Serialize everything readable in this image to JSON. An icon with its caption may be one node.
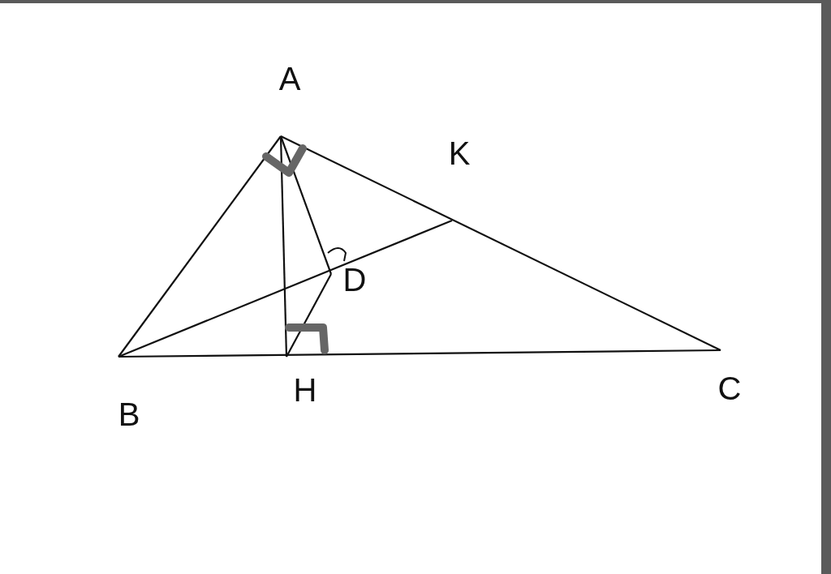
{
  "diagram": {
    "nodes": [
      {
        "text": [
          "A"
        ]
      },
      {
        "text": [
          "K"
        ]
      },
      {
        "text": [
          "D"
        ]
      },
      {
        "text": [
          "B"
        ]
      },
      {
        "text": [
          "H"
        ]
      },
      {
        "text": [
          "C"
        ]
      }
    ],
    "edges": [
      {
        "from": 0,
        "to": 3,
        "arrow": "none"
      },
      {
        "from": 0,
        "to": 5,
        "arrow": "none"
      },
      {
        "from": 3,
        "to": 5,
        "arrow": "none"
      },
      {
        "from": 0,
        "to": 4,
        "arrow": "none"
      },
      {
        "from": 0,
        "to": 2,
        "arrow": "none"
      },
      {
        "from": 3,
        "to": 1,
        "arrow": "none"
      },
      {
        "from": 2,
        "to": 4,
        "arrow": "none"
      }
    ]
  }
}
